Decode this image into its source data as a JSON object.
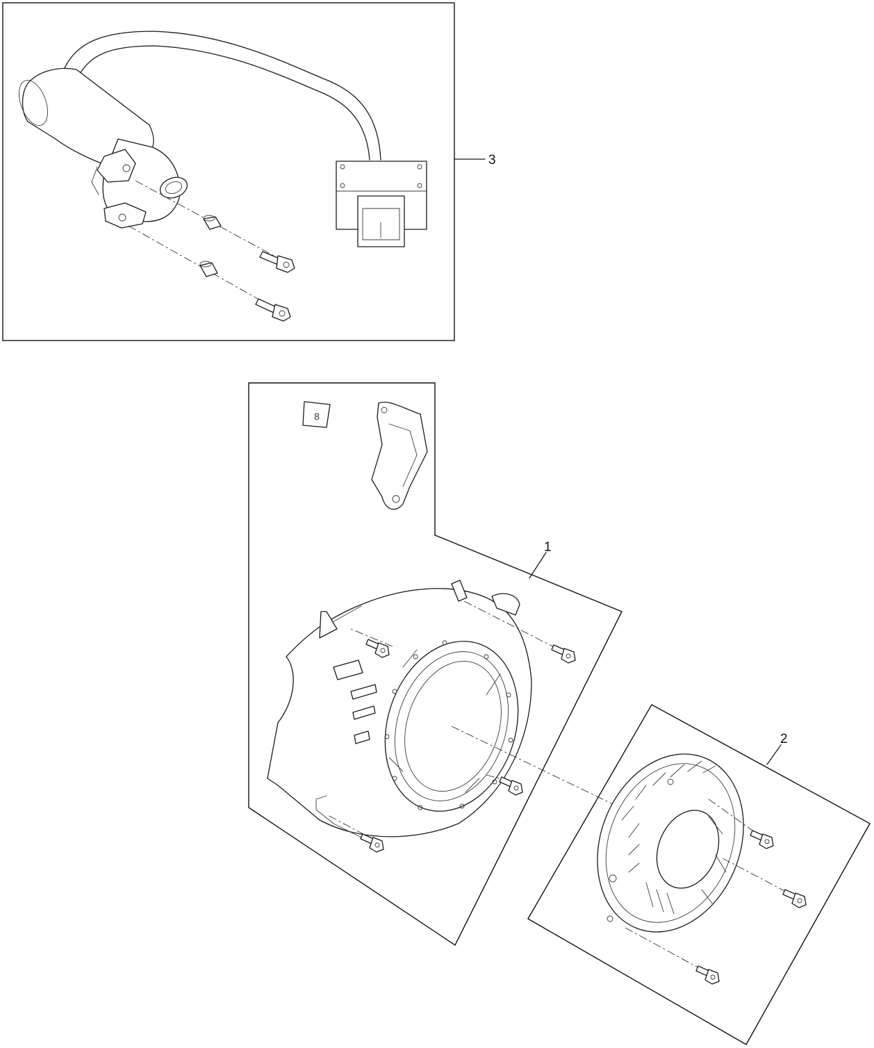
{
  "callouts": [
    {
      "id": "3",
      "label": "3"
    },
    {
      "id": "1",
      "label": "1"
    },
    {
      "id": "2",
      "label": "2"
    }
  ],
  "parts": {
    "starter_motor": "starter-motor",
    "control_box": "starter-control-box",
    "blower_housing": "blower-housing",
    "recoil_starter": "recoil-starter",
    "bracket": "bracket",
    "decal": "decal"
  },
  "decal_glyph": "8",
  "colors": {
    "line": "#1a1a1a",
    "background": "#ffffff"
  }
}
